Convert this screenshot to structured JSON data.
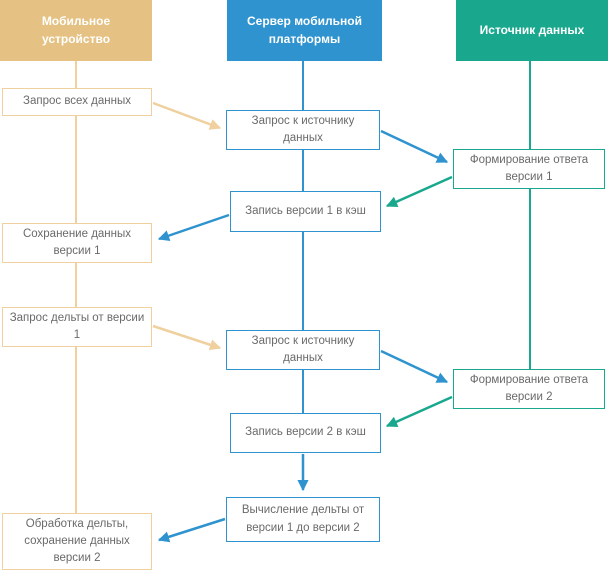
{
  "colors": {
    "accent_tan_dark": "#E5C283",
    "accent_tan": "#EFD09E",
    "accent_blue": "#2E93CE",
    "accent_teal": "#19A88E",
    "box_text": "#6A6A6A",
    "header_text": "#FFFFFF"
  },
  "lanes": [
    {
      "id": "mobile",
      "title": "Мобильное устройство"
    },
    {
      "id": "server",
      "title": "Сервер мобильной платформы"
    },
    {
      "id": "source",
      "title": "Источник данных"
    }
  ],
  "boxes": [
    {
      "lane": "mobile",
      "label": "Запрос всех данных"
    },
    {
      "lane": "server",
      "label": "Запрос к источнику данных"
    },
    {
      "lane": "source",
      "label": "Формирование ответа версии 1"
    },
    {
      "lane": "server",
      "label": "Запись версии 1 в кэш"
    },
    {
      "lane": "mobile",
      "label": "Сохранение данных версии 1"
    },
    {
      "lane": "mobile",
      "label": "Запрос дельты от версии 1"
    },
    {
      "lane": "server",
      "label": "Запрос к источнику данных"
    },
    {
      "lane": "source",
      "label": "Формирование ответа версии 2"
    },
    {
      "lane": "server",
      "label": "Запись версии 2 в кэш"
    },
    {
      "lane": "server",
      "label": "Вычисление дельты от версии 1 до версии 2"
    },
    {
      "lane": "mobile",
      "label": "Обработка дельты, сохранение данных версии 2"
    }
  ],
  "arrows": [
    {
      "from": "Запрос всех данных",
      "to": "Запрос к источнику данных",
      "color": "tan"
    },
    {
      "from": "Запрос к источнику данных",
      "to": "Формирование ответа версии 1",
      "color": "blue"
    },
    {
      "from": "Формирование ответа версии 1",
      "to": "Запись версии 1 в кэш",
      "color": "teal"
    },
    {
      "from": "Запись версии 1 в кэш",
      "to": "Сохранение данных версии 1",
      "color": "blue"
    },
    {
      "from": "Запрос дельты от версии 1",
      "to": "Запрос к источнику данных",
      "color": "tan"
    },
    {
      "from": "Запрос к источнику данных",
      "to": "Формирование ответа версии 2",
      "color": "blue"
    },
    {
      "from": "Формирование ответа версии 2",
      "to": "Запись версии 2 в кэш",
      "color": "teal"
    },
    {
      "from": "Запись версии 2 в кэш",
      "to": "Вычисление дельты от версии 1 до версии 2",
      "color": "blue"
    },
    {
      "from": "Вычисление дельты от версии 1 до версии 2",
      "to": "Обработка дельты, сохранение данных версии 2",
      "color": "blue"
    }
  ]
}
